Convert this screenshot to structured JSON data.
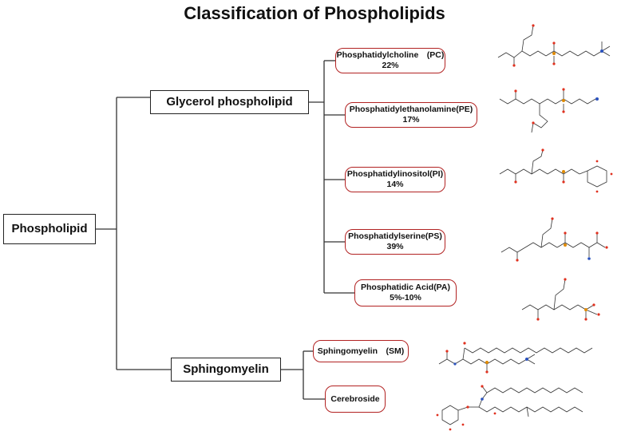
{
  "title": "Classification of Phospholipids",
  "root": {
    "label": "Phospholipid"
  },
  "branches": [
    {
      "label": "Glycerol phospholipid",
      "children": [
        {
          "name": "Phosphatidylcholine　(PC)",
          "value": "22%"
        },
        {
          "name": "Phosphatidylethanolamine(PE)",
          "value": "17%"
        },
        {
          "name": "Phosphatidylinositol(PI)",
          "value": "14%"
        },
        {
          "name": "Phosphatidylserine(PS)",
          "value": "39%"
        },
        {
          "name": "Phosphatidic Acid(PA)",
          "value": "5%-10%"
        }
      ]
    },
    {
      "label": "Sphingomyelin",
      "children": [
        {
          "name": "Sphingomyelin　(SM)",
          "value": ""
        },
        {
          "name": "Cerebroside",
          "value": ""
        }
      ]
    }
  ],
  "colors": {
    "box_border": "#b22222",
    "line": "#333333",
    "oxygen": "#e0301e",
    "nitrogen": "#2a52be",
    "phosphorus": "#e08a00"
  }
}
